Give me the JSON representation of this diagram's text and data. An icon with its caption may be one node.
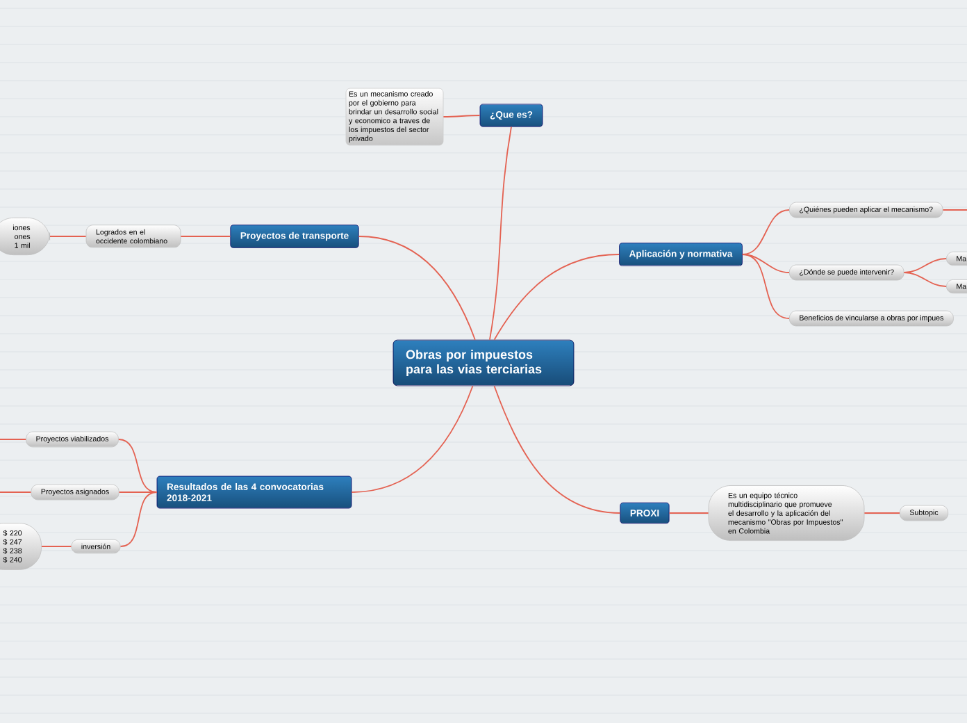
{
  "diagram": {
    "nodes": [
      {
        "text": [
          "Obras por impuestos para las vias terciarias"
        ]
      },
      {
        "text": [
          "¿Que es?"
        ]
      },
      {
        "text": [
          "Es un mecanismo creado por el gobierno para brindar un desarrollo social y economico a traves de los impuestos del sector privado"
        ]
      },
      {
        "text": [
          "Proyectos de transporte"
        ]
      },
      {
        "text": [
          "Logrados en el occidente colombiano"
        ]
      },
      {
        "text": [
          "iones ones 1 mil"
        ]
      },
      {
        "text": [
          "Aplicación y normativa"
        ]
      },
      {
        "text": [
          "¿Quiénes pueden aplicar el mecanismo?"
        ]
      },
      {
        "text": [
          "¿Dónde se puede intervenir?"
        ]
      },
      {
        "text": [
          "Ma"
        ]
      },
      {
        "text": [
          "Ma"
        ]
      },
      {
        "text": [
          "Beneficios de vincularse a obras por impues"
        ]
      },
      {
        "text": [
          "Resultados de las 4 convocatorias 2018-2021"
        ]
      },
      {
        "text": [
          "Proyectos viabilizados"
        ]
      },
      {
        "text": [
          "Proyectos asignados"
        ]
      },
      {
        "text": [
          "inversión"
        ]
      },
      {
        "text": [
          "$ 220 $ 247 $ 238 $ 240"
        ]
      },
      {
        "text": [
          "PROXI"
        ]
      },
      {
        "text": [
          "Es un equipo técnico multidisciplinario que promueve el desarrollo y la aplicación del mecanismo \"Obras por Impuestos\" en Colombia"
        ]
      },
      {
        "text": [
          "Subtopic"
        ]
      }
    ],
    "edges": [
      {
        "from": 0,
        "to": 1,
        "arrow": "none"
      },
      {
        "from": 1,
        "to": 2,
        "arrow": "none"
      },
      {
        "from": 0,
        "to": 3,
        "arrow": "none"
      },
      {
        "from": 3,
        "to": 4,
        "arrow": "none"
      },
      {
        "from": 4,
        "to": 5,
        "arrow": "none"
      },
      {
        "from": 0,
        "to": 6,
        "arrow": "none"
      },
      {
        "from": 6,
        "to": 7,
        "arrow": "none"
      },
      {
        "from": 7,
        "to": null,
        "arrow": "none"
      },
      {
        "from": 6,
        "to": 8,
        "arrow": "none"
      },
      {
        "from": 8,
        "to": 9,
        "arrow": "none"
      },
      {
        "from": 8,
        "to": 10,
        "arrow": "none"
      },
      {
        "from": 6,
        "to": 11,
        "arrow": "none"
      },
      {
        "from": 0,
        "to": 12,
        "arrow": "none"
      },
      {
        "from": 12,
        "to": 13,
        "arrow": "none"
      },
      {
        "from": 13,
        "to": null,
        "arrow": "none"
      },
      {
        "from": 12,
        "to": 14,
        "arrow": "none"
      },
      {
        "from": 14,
        "to": null,
        "arrow": "none"
      },
      {
        "from": 12,
        "to": 15,
        "arrow": "none"
      },
      {
        "from": 15,
        "to": 16,
        "arrow": "none"
      },
      {
        "from": 0,
        "to": 17,
        "arrow": "none"
      },
      {
        "from": 17,
        "to": 18,
        "arrow": "none"
      },
      {
        "from": 18,
        "to": 19,
        "arrow": "none"
      }
    ]
  }
}
